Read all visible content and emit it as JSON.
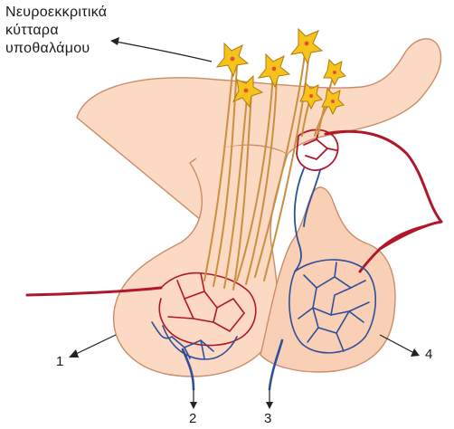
{
  "caption": {
    "lines": [
      "Νευροεκκριτικά",
      "κύτταρα",
      "υποθαλάμου"
    ]
  },
  "labels": {
    "l1": "1",
    "l2": "2",
    "l3": "3",
    "l4": "4"
  },
  "colors": {
    "tissue": "#fbd9c2",
    "tissue_outline": "#c98c6a",
    "artery": "#b0182a",
    "vein": "#2e4f9a",
    "axon": "#c89040",
    "neuron": "#f6c21c"
  }
}
